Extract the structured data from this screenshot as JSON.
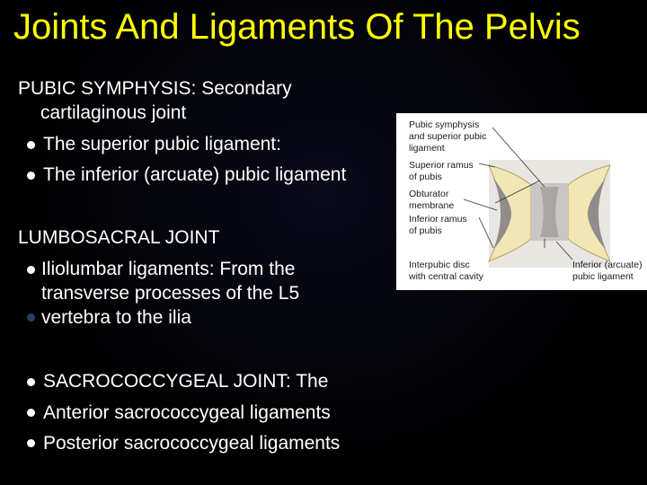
{
  "slide": {
    "title": "Joints And Ligaments Of The Pelvis",
    "pubic": {
      "heading_line1": "PUBIC SYMPHYSIS: Secondary",
      "heading_line2": "cartilaginous joint",
      "bullet1": "The superior pubic ligament:",
      "bullet2": "The inferior (arcuate) pubic ligament"
    },
    "lumbosacral": {
      "heading": "LUMBOSACRAL JOINT",
      "bullet1_line1": "Iliolumbar ligaments: From the",
      "bullet1_line2": "transverse processes of the L5",
      "bullet1_line3": "vertebra to the ilia"
    },
    "sacrococcygeal": {
      "bullet1": "SACROCOCCYGEAL JOINT: The",
      "bullet2": "Anterior sacrococcygeal ligaments",
      "bullet3": "Posterior sacrococcygeal ligaments"
    },
    "colors": {
      "title": "#ffff00",
      "text": "#ffffff",
      "background": "#000000"
    }
  },
  "figure": {
    "labels": {
      "pubic_symphysis_l1": "Pubic symphysis",
      "pubic_symphysis_l2": "and superior pubic",
      "pubic_symphysis_l3": "ligament",
      "superior_ramus_l1": "Superior ramus",
      "superior_ramus_l2": "of pubis",
      "obturator_l1": "Obturator",
      "obturator_l2": "membrane",
      "inferior_ramus_l1": "Inferior ramus",
      "inferior_ramus_l2": "of pubis",
      "interpubic_l1": "Interpubic disc",
      "interpubic_l2": "with central cavity",
      "inferior_arcuate_l1": "Inferior (arcuate)",
      "inferior_arcuate_l2": "pubic ligament"
    }
  }
}
